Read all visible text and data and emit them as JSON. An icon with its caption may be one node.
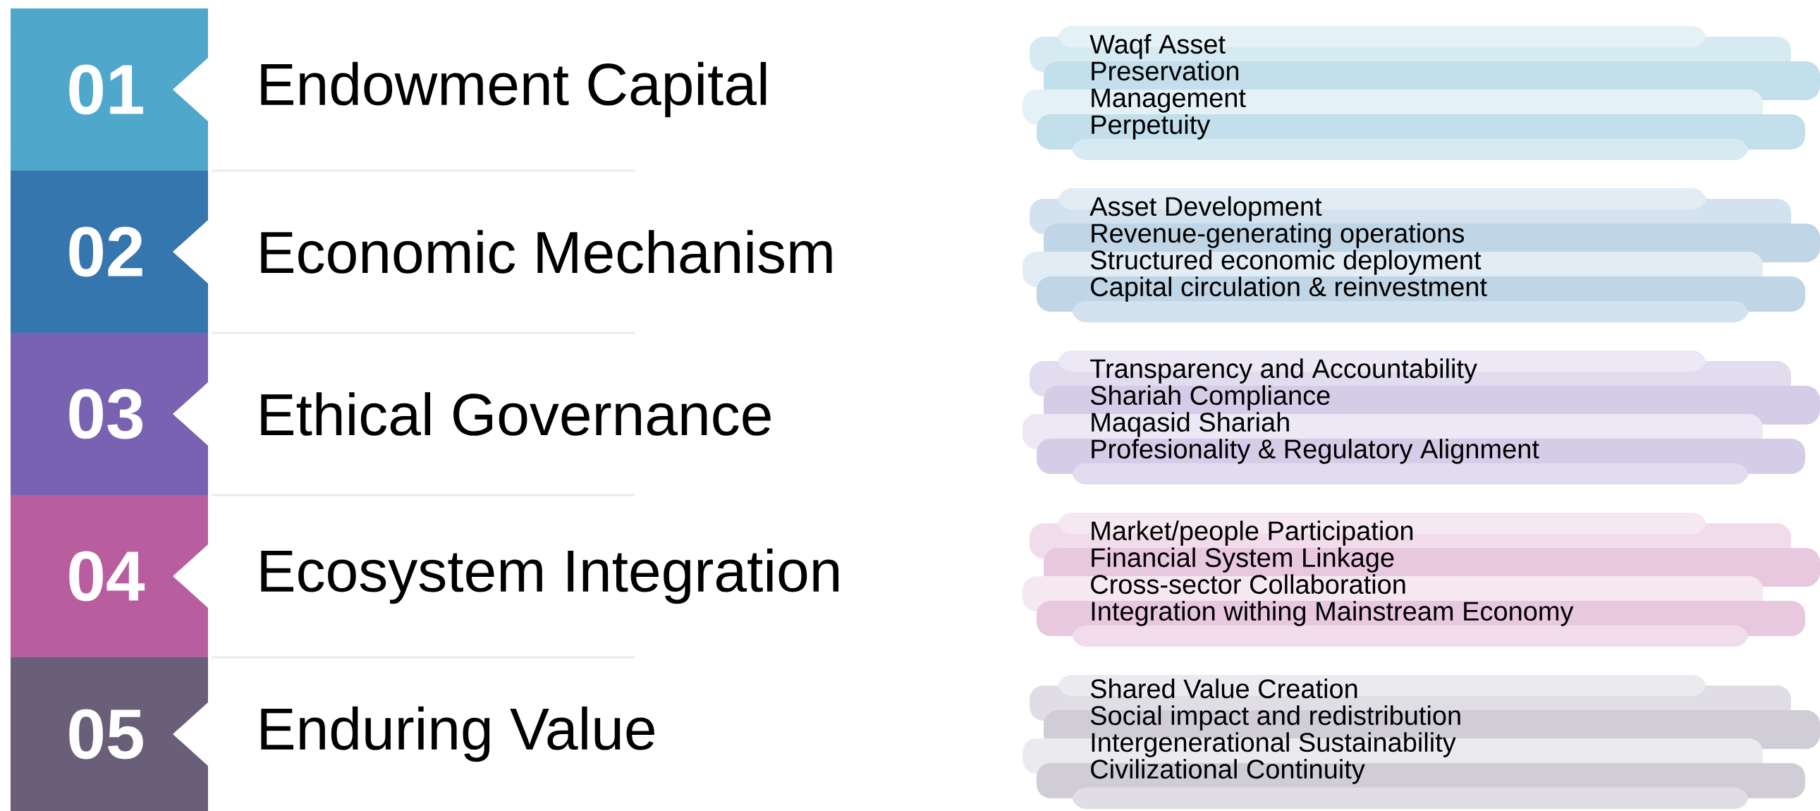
{
  "diagram": {
    "nodes": [
      {
        "text": [
          "01"
        ],
        "beside": [
          "Endowment Capital"
        ]
      },
      {
        "text": [
          "Waqf Asset",
          "Preservation",
          "Management",
          "Perpetuity"
        ]
      },
      {
        "text": [
          "02"
        ],
        "beside": [
          "Economic Mechanism"
        ]
      },
      {
        "text": [
          "Asset Development",
          "Revenue-generating operations",
          "Structured economic deployment",
          "Capital circulation & reinvestment"
        ]
      },
      {
        "text": [
          "03"
        ],
        "beside": [
          "Ethical Governance"
        ]
      },
      {
        "text": [
          "Transparency and Accountability",
          "Shariah Compliance",
          "Maqasid Shariah",
          "Profesionality & Regulatory Alignment"
        ]
      },
      {
        "text": [
          "04"
        ],
        "beside": [
          "Ecosystem Integration"
        ]
      },
      {
        "text": [
          "Market/people Participation",
          "Financial System Linkage",
          "Cross-sector Collaboration",
          "Integration withing Mainstream Economy"
        ]
      },
      {
        "text": [
          "05"
        ],
        "beside": [
          "Enduring Value"
        ]
      },
      {
        "text": [
          "Shared Value Creation",
          "Social impact and redistribution",
          "Intergenerational Sustainability",
          "Civilizational Continuity"
        ]
      }
    ]
  }
}
